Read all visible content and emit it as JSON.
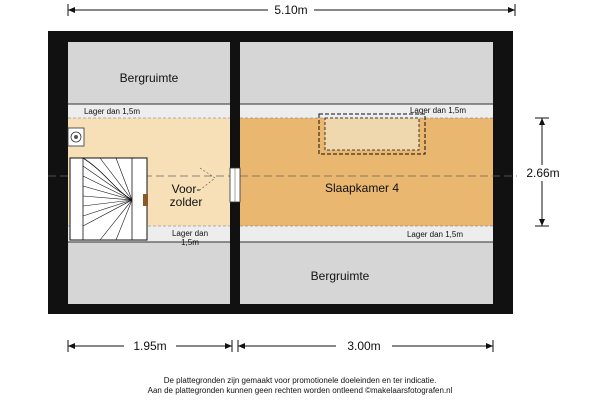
{
  "dimensions": {
    "top_width": "5.10m",
    "right_height": "2.66m",
    "bottom_left": "1.95m",
    "bottom_right": "3.00m"
  },
  "rooms": {
    "bergruimte_top": "Bergruimte",
    "bergruimte_bottom": "Bergruimte",
    "slaapkamer": "Slaapkamer 4",
    "voorzolder_line1": "Voor-",
    "voorzolder_line2": "zolder"
  },
  "notes": {
    "lager_top_left": "Lager dan 1,5m",
    "lager_top_right": "Lager dan 1,5m",
    "lager_bottom_right": "Lager dan 1,5m",
    "lager_bottom_mid_line1": "Lager dan",
    "lager_bottom_mid_line2": "1,5m"
  },
  "disclaimer": {
    "line1": "De plattegronden zijn gemaakt voor promotionele doeleinden en ter indicatie.",
    "line2": "Aan de plattegronden kunnen geen rechten worden ontleend ©makelaarsfotografen.nl"
  },
  "colors": {
    "wall": "#111111",
    "storage": "#d6d6d6",
    "voorzolder": "#f7dfb8",
    "slaapkamer": "#e9b770",
    "low_strip": "#ededed"
  }
}
